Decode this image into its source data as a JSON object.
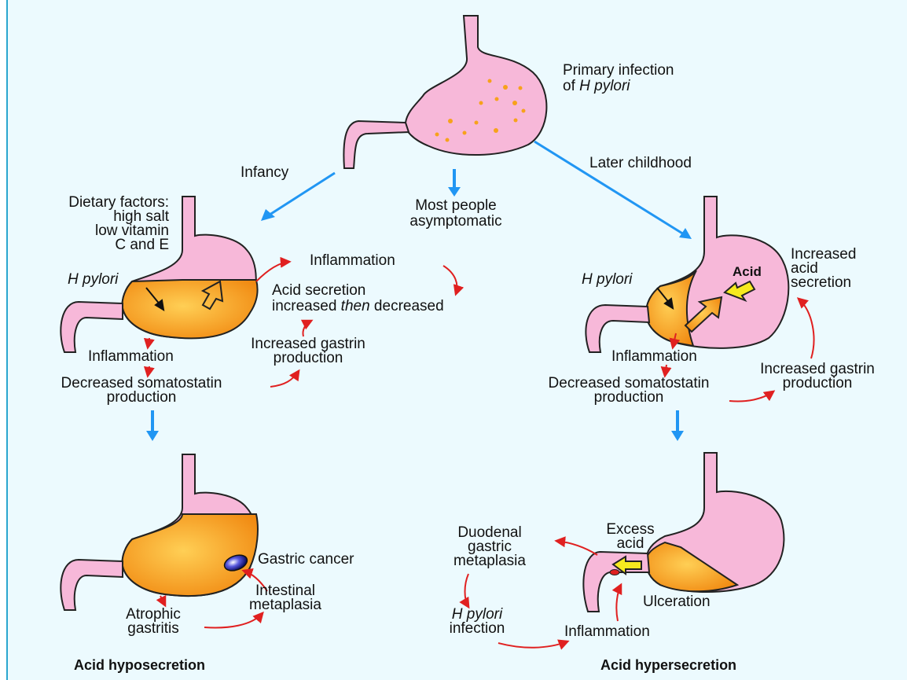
{
  "colors": {
    "background": "#ecfafe",
    "stomach_pink": "#f7b8d9",
    "acid_orange": "#f7a21b",
    "blue_arrow": "#2196f3",
    "red_arrow": "#e02020",
    "yellow_arrow": "#f6ea1f"
  },
  "top": {
    "primary_line1": "Primary infection",
    "primary_line2_prefix": "of ",
    "primary_line2_italic": "H pylori",
    "infancy": "Infancy",
    "later_childhood": "Later childhood",
    "most_line1": "Most people",
    "most_line2": "asymptomatic"
  },
  "left": {
    "dietary_1": "Dietary factors:",
    "dietary_2": "high salt",
    "dietary_3": "low vitamin",
    "dietary_4": "C and E",
    "h_pylori": "H pylori",
    "inflammation_top": "Inflammation",
    "acid_sec_1": "Acid secretion",
    "acid_sec_2_prefix": "increased ",
    "acid_sec_2_italic": "then",
    "acid_sec_2_suffix": " decreased",
    "inflammation": "Inflammation",
    "gastrin_1": "Increased gastrin",
    "gastrin_2": "production",
    "somato_1": "Decreased somatostatin",
    "somato_2": "production",
    "gastric_cancer": "Gastric cancer",
    "intestinal_1": "Intestinal",
    "intestinal_2": "metaplasia",
    "atrophic_1": "Atrophic",
    "atrophic_2": "gastritis",
    "footer": "Acid hyposecretion"
  },
  "right": {
    "h_pylori": "H pylori",
    "acid": "Acid",
    "increased_1": "Increased",
    "increased_2": "acid",
    "increased_3": "secretion",
    "inflammation": "Inflammation",
    "gastrin_1": "Increased gastrin",
    "gastrin_2": "production",
    "somato_1": "Decreased somatostatin",
    "somato_2": "production",
    "duodenal_1": "Duodenal",
    "duodenal_2": "gastric",
    "duodenal_3": "metaplasia",
    "excess_1": "Excess",
    "excess_2": "acid",
    "hp_infection_1": "H pylori",
    "hp_infection_2": "infection",
    "inflammation_bottom": "Inflammation",
    "ulceration": "Ulceration",
    "footer": "Acid hypersecretion"
  }
}
